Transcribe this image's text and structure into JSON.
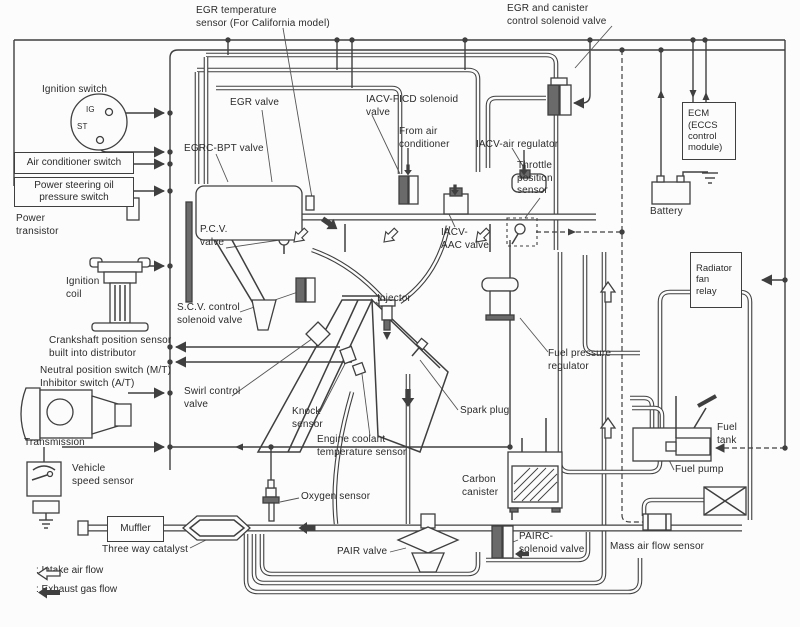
{
  "colors": {
    "line": "#3f3f3f",
    "background": "#fcfcfc",
    "text": "#2b2b2b"
  },
  "labels": {
    "egr_temperature_sensor": "EGR temperature\nsensor (For California model)",
    "egr_and_canister_solenoid": "EGR and canister\ncontrol solenoid valve",
    "ignition_switch": "Ignition switch",
    "egr_valve": "EGR valve",
    "iacv_ficd_solenoid": "IACV-FICD solenoid\nvalve",
    "from_air_conditioner": "From air\nconditioner",
    "iacv_air_regulator": "IACV-air regulator",
    "ecm": "ECM\n(ECCS\ncontrol\nmodule)",
    "egrc_bpt_valve": "EGRC-BPT valve",
    "throttle_position_sensor": "Throttle\nposition\nsensor",
    "air_conditioner_switch": "Air conditioner switch",
    "power_steering_switch": "Power steering oil\npressure switch",
    "battery": "Battery",
    "power_transistor": "Power\ntransistor",
    "pcv_valve": "P.C.V.\nvalve",
    "iacv_aac_valve": "IACV-\nAAC valve",
    "ignition_coil": "Ignition\ncoil",
    "radiator_fan_relay": "Radiator\nfan\nrelay",
    "scv_control_solenoid": "S.C.V. control\nsolenoid valve",
    "injector": "Injector",
    "crankshaft_position_sensor": "Crankshaft position sensor\nbuilt into distributor",
    "neutral_inhibitor_switch": "Neutral position switch (M/T)\nInhibitor switch (A/T)",
    "fuel_pressure_regulator": "Fuel pressure\nregulator",
    "swirl_control_valve": "Swirl control\nvalve",
    "knock_sensor": "Knock\nsensor",
    "spark_plug": "Spark plug",
    "transmission": "Transmission",
    "engine_coolant_temp_sensor": "Engine coolant\ntemperature sensor",
    "fuel_tank": "Fuel\ntank",
    "vehicle_speed_sensor": "Vehicle\nspeed sensor",
    "carbon_canister": "Carbon\ncanister",
    "fuel_pump": "Fuel pump",
    "oxygen_sensor": "Oxygen sensor",
    "muffler": "Muffler",
    "three_way_catalyst": "Three way catalyst",
    "pair_valve": "PAIR valve",
    "pairc_solenoid_valve": "PAIRC-\nsolenoid valve",
    "mass_air_flow_sensor": "Mass air flow sensor"
  },
  "ignition_switch_terminals": {
    "ig": "IG",
    "st": "ST"
  },
  "legend": {
    "intake": ": Intake air flow",
    "exhaust": ": Exhaust gas flow",
    "intake_icon": "hollow-left-arrow",
    "exhaust_icon": "filled-left-arrow"
  }
}
